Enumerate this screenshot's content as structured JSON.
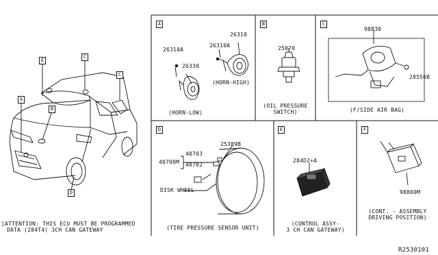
{
  "sections": {
    "A": {
      "letter": "A",
      "parts": [
        "26310A",
        "26310",
        "26310A",
        "26330"
      ],
      "captions": [
        "(HORN-HIGH)",
        "(HORN-LOW)"
      ]
    },
    "B": {
      "letter": "B",
      "parts": [
        "25070"
      ],
      "caption_lines": [
        "(OIL PRESSURE",
        "SWITCH)"
      ]
    },
    "C": {
      "letter": "C",
      "parts": [
        "98830",
        "28556B"
      ],
      "caption": "(F/SIDE AIR BAG)"
    },
    "D": {
      "letter": "D",
      "parts": [
        "40700M",
        "40703",
        "40702",
        "25389B"
      ],
      "disk_wheel": "DISK WHEEL",
      "caption": "(TIRE PRESSURE SENSOR UNIT)"
    },
    "E": {
      "letter": "E",
      "parts": [
        "284D2+A"
      ],
      "caption_lines": [
        "(CONTROL ASSY-",
        "3 CH CAN GATEWAY)"
      ]
    },
    "F": {
      "letter": "F",
      "parts": [
        "98800M"
      ],
      "caption_lines": [
        "(CONT. - ASSEMBLY",
        "DRIVING POSITION)"
      ]
    }
  },
  "car_callouts": [
    "E",
    "C",
    "C",
    "A",
    "B",
    "D"
  ],
  "attention_lines": [
    "ATTENTION: THIS ECU MUST BE PROGRAMMED",
    "DATA (284T4) 3CH CAN GATEWAY"
  ],
  "diagram_id": "R2530101"
}
